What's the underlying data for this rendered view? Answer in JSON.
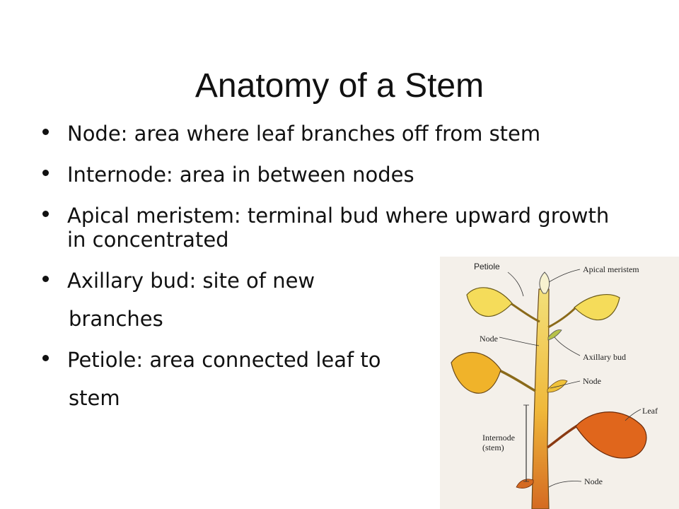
{
  "title": "Anatomy of a Stem",
  "bullets": [
    "Node: area where leaf branches off from stem",
    "Internode: area in between nodes",
    "Apical meristem: terminal bud where upward growth in concentrated",
    "Axillary bud: site of new",
    "branches",
    "Petiole: area connected leaf to",
    "stem"
  ],
  "diagram_labels": {
    "petiole": "Petiole",
    "apical_meristem": "Apical meristem",
    "node_top": "Node",
    "axillary_bud": "Axillary bud",
    "node_mid": "Node",
    "leaf": "Leaf",
    "internode_line1": "Internode",
    "internode_line2": "(stem)",
    "node_bottom": "Node"
  },
  "colors": {
    "leaf_top": "#f5dc5a",
    "leaf_mid": "#f0b32a",
    "leaf_low": "#e0661c",
    "stem_top": "#f3e07a",
    "stem_bottom": "#d46a22"
  }
}
